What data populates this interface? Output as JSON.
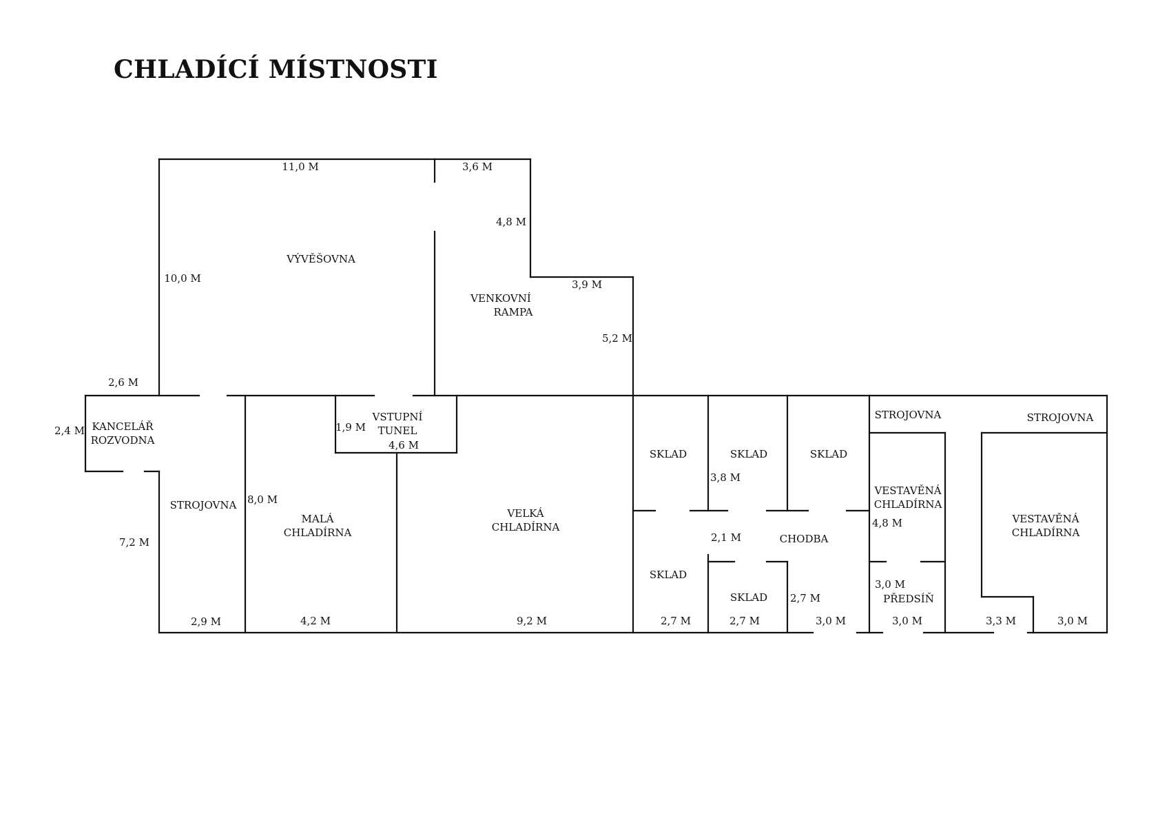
{
  "title": "CHLADÍCÍ MÍSTNOSTI",
  "rooms": {
    "vyvesovna": "VÝVĚŠOVNA",
    "venkovni_rampa": [
      "VENKOVNÍ",
      "RAMPA"
    ],
    "kancelar": [
      "KANCELÁŘ",
      "ROZVODNA"
    ],
    "vstupni_tunel": [
      "VSTUPNÍ",
      "TUNEL"
    ],
    "strojovna_left": "STROJOVNA",
    "mala_chladirna": [
      "MALÁ",
      "CHLADÍRNA"
    ],
    "velka_chladirna": [
      "VELKÁ",
      "CHLADÍRNA"
    ],
    "sklad_1": "SKLAD",
    "sklad_2": "SKLAD",
    "sklad_3": "SKLAD",
    "sklad_4": "SKLAD",
    "sklad_5": "SKLAD",
    "chodba": "CHODBA",
    "strojovna_r1": "STROJOVNA",
    "strojovna_r2": "STROJOVNA",
    "vestavena_1": [
      "VESTAVĚNÁ",
      "CHLADÍRNA"
    ],
    "vestavena_2": [
      "VESTAVĚNÁ",
      "CHLADÍRNA"
    ],
    "predsin": "PŘEDSÍŇ"
  },
  "dimensions": {
    "top_vyvesovna": "11,0 M",
    "top_rampa": "3,6 M",
    "rampa_side": "4,8 M",
    "vyvesovna_side": "10,0 M",
    "rampa_step": "3,9 M",
    "rampa_right": "5,2 M",
    "kancelar_top": "2,6 M",
    "kancelar_side": "2,4 M",
    "tunel_side": "1,9 M",
    "tunel_bottom": "4,6 M",
    "mala_side": "8,0 M",
    "strojovna_side": "7,2 M",
    "sklad_side": "3,8 M",
    "chodba_width": "2,1 M",
    "vestavena_side": "4,8 M",
    "sklad5_side": "2,7 M",
    "predsin_side": "3,0 M",
    "b_strojovna": "2,9 M",
    "b_mala": "4,2 M",
    "b_velka": "9,2 M",
    "b_sklad1": "2,7 M",
    "b_sklad2": "2,7 M",
    "b_chodba": "3,0 M",
    "b_predsin": "3,0 M",
    "b_vest2_left": "3,3 M",
    "b_vest2_right": "3,0 M"
  }
}
